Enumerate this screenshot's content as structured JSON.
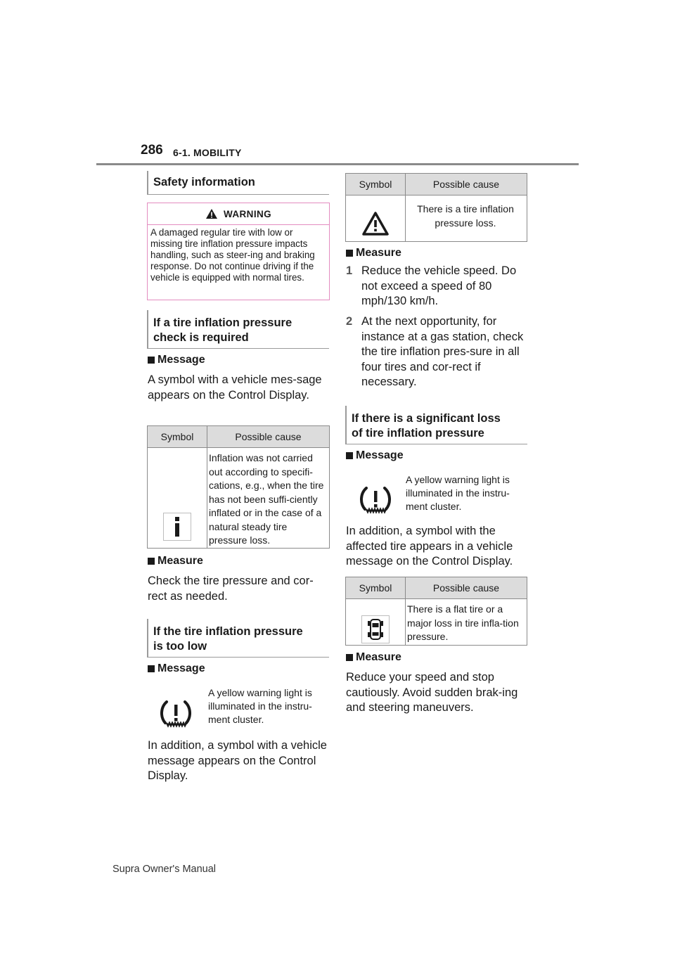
{
  "header": {
    "page_number": "286",
    "chapter": "6-1. MOBILITY"
  },
  "left": {
    "safety_title": "Safety information",
    "warning": {
      "label": "WARNING",
      "text": "A damaged regular tire with low or missing tire inflation pressure impacts handling, such as steer-ing and braking response. Do not continue driving if the vehicle is equipped with normal tires."
    },
    "check_required": {
      "title_line1": "If a tire inflation pressure",
      "title_line2": "check is required",
      "message_head": "Message",
      "message_text": "A symbol with a vehicle mes-sage appears on the Control Display.",
      "table": {
        "col1": "Symbol",
        "col2": "Possible cause",
        "cause": "Inflation was not carried out according to specifi-cations, e.g., when the tire has not been suffi-ciently inflated or in the case of a natural steady tire pressure loss."
      },
      "measure_head": "Measure",
      "measure_text": "Check the tire pressure and cor-rect as needed."
    },
    "too_low": {
      "title_line1": "If the tire inflation pressure",
      "title_line2": "is too low",
      "message_head": "Message",
      "light_text": "A yellow warning light is illuminated in the instru-ment cluster.",
      "after_text": "In addition, a symbol with a vehicle message appears on the Control Display."
    }
  },
  "right": {
    "table1": {
      "col1": "Symbol",
      "col2": "Possible cause",
      "cause_line1": "There is a tire inflation",
      "cause_line2": "pressure loss."
    },
    "measure_head": "Measure",
    "steps": [
      {
        "n": "1",
        "text": "Reduce the vehicle speed. Do not exceed a speed of 80 mph/130 km/h."
      },
      {
        "n": "2",
        "text": "At the next opportunity, for instance at a gas station, check the tire inflation pres-sure in all four tires and cor-rect if necessary."
      }
    ],
    "significant": {
      "title_line1": "If there is a significant loss",
      "title_line2": "of tire inflation pressure",
      "message_head": "Message",
      "light_text": "A yellow warning light is illuminated in the instru-ment cluster.",
      "after_text": "In addition, a symbol with the affected tire appears in a vehicle message on the Control Display.",
      "table": {
        "col1": "Symbol",
        "col2": "Possible cause",
        "cause": "There is a flat tire or a major loss in tire infla-tion pressure."
      },
      "measure_head": "Measure",
      "measure_text": "Reduce your speed and stop cautiously. Avoid sudden brak-ing and steering maneuvers."
    }
  },
  "footer": {
    "text": "Supra Owner's Manual"
  }
}
